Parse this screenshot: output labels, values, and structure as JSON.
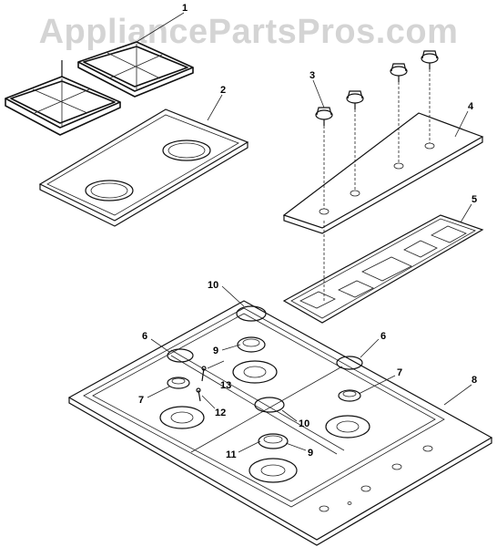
{
  "watermark": "AppliancePartsPros.com",
  "callouts": [
    "1",
    "2",
    "3",
    "4",
    "5",
    "6",
    "6",
    "7",
    "7",
    "8",
    "9",
    "9",
    "10",
    "10",
    "11",
    "12",
    "13"
  ]
}
